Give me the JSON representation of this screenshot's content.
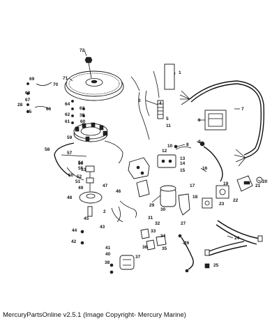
{
  "footer": {
    "text": "MercuryPartsOnline v2.5.1 (Image Copyright- Mercury Marine)"
  },
  "callouts": {
    "c72": "72",
    "c71": "71",
    "c69": "69",
    "c70": "70",
    "c68": "68",
    "c67": "67",
    "c28": "28",
    "c66": "66",
    "c65": "65",
    "c64": "64",
    "c63": "63",
    "c39": "39",
    "c62": "62",
    "c61": "61",
    "c60": "60",
    "c59": "59",
    "c58": "58",
    "c57": "57",
    "c1": "1",
    "c2": "2",
    "c3": "3",
    "c4": "4",
    "c5": "5",
    "c6": "6",
    "c7": "7",
    "c8": "8",
    "c9": "9",
    "c10": "10",
    "c11": "11",
    "c12": "12",
    "c13": "13",
    "c14": "14",
    "c15": "15",
    "c16": "16",
    "c17": "17",
    "c18": "18",
    "c19": "19",
    "c20": "20",
    "c21": "21",
    "c22": "22",
    "c23": "23",
    "c24": "24",
    "c25": "25",
    "c26": "26",
    "c27": "27",
    "c29": "29",
    "c30": "30",
    "c31": "31",
    "c32": "32",
    "c33": "33",
    "c34": "34",
    "c35": "35",
    "c36": "36",
    "c37": "37",
    "c38": "38",
    "c40": "40",
    "c41": "41",
    "c42": "42",
    "c43": "43",
    "c44": "44",
    "c45": "45",
    "c46": "46",
    "c47": "47",
    "c48": "48",
    "c49": "49",
    "c50": "50",
    "c51": "51",
    "c52": "52",
    "c53": "53",
    "c54": "54",
    "c55": "55",
    "c56": "56"
  }
}
